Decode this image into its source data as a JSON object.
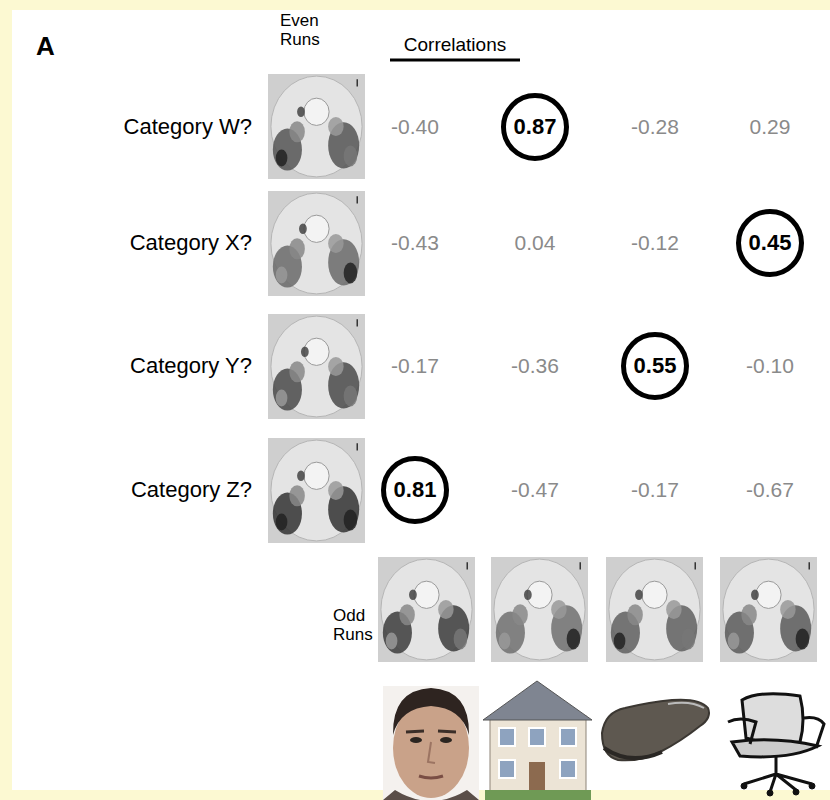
{
  "diagram": {
    "nodes": [
      {
        "text": [
          "0.87"
        ]
      },
      {
        "text": [
          "0.45"
        ]
      },
      {
        "text": [
          "0.55"
        ]
      },
      {
        "text": [
          "0.81"
        ]
      }
    ],
    "labels": [
      "A",
      "Even Runs",
      "Correlations",
      "Category W?",
      "-0.40",
      "-0.28",
      "0.29",
      "Category X?",
      "-0.43",
      "0.04",
      "-0.12",
      "Category Y?",
      "-0.17",
      "-0.36",
      "-0.10",
      "Category Z?",
      "-0.47",
      "-0.17",
      "-0.67",
      "Odd Runs"
    ]
  }
}
